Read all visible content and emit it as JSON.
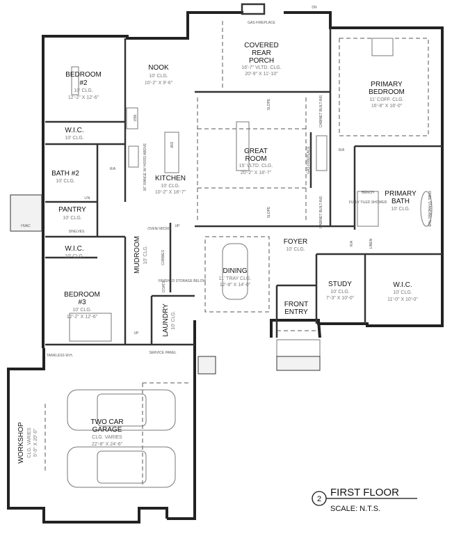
{
  "title": {
    "number": "2",
    "name": "FIRST FLOOR",
    "scale": "SCALE: N.T.S."
  },
  "rooms": {
    "bedroom2": {
      "name": "BEDROOM",
      "name2": "#2",
      "ceiling": "10' CLG.",
      "size": "12'-2\" X 12'-6\""
    },
    "wic1": {
      "name": "W.I.C.",
      "ceiling": "10' CLG."
    },
    "bath2": {
      "name": "BATH #2",
      "ceiling": "10' CLG."
    },
    "pantry": {
      "name": "PANTRY",
      "ceiling": "10' CLG.",
      "shelves": "SHELVES"
    },
    "wic2": {
      "name": "W.I.C.",
      "ceiling": "10' CLG."
    },
    "bedroom3": {
      "name": "BEDROOM",
      "name2": "#3",
      "ceiling": "10' CLG.",
      "size": "12'-2\" X 12'-6\""
    },
    "nook": {
      "name": "NOOK",
      "ceiling": "10' CLG.",
      "size": "10'-2\" X 9'-6\""
    },
    "kitchen": {
      "name": "KITCHEN",
      "ceiling": "10' CLG.",
      "size": "10'-2\" X 18'-7\""
    },
    "porch": {
      "name": "COVERED",
      "name2": "REAR",
      "name3": "PORCH",
      "ceiling": "16'-7\" VLTD. CLG.",
      "size": "20'-9\" X 11'-10\""
    },
    "great": {
      "name": "GREAT",
      "name2": "ROOM",
      "ceiling": "15' VLTD. CLG.",
      "size": "20'-2\" X 18'-7\""
    },
    "primary_bed": {
      "name": "PRIMARY",
      "name2": "BEDROOM",
      "ceiling": "11' COFF. CLG.",
      "size": "16'-8\" X 18'-0\""
    },
    "primary_bath": {
      "name": "PRIMARY",
      "name2": "BATH",
      "ceiling": "10' CLG."
    },
    "mudroom": {
      "name": "MUDROOM",
      "ceiling": "10' CLG."
    },
    "laundry": {
      "name": "LAUNDRY",
      "ceiling": "10' CLG."
    },
    "dining": {
      "name": "DINING",
      "ceiling": "11' TRAY CLG.",
      "size": "12'-8\" X 14'-0\""
    },
    "foyer": {
      "name": "FOYER",
      "ceiling": "10' CLG."
    },
    "front_entry": {
      "name": "FRONT",
      "name2": "ENTRY"
    },
    "study": {
      "name": "STUDY",
      "ceiling": "10' CLG.",
      "size": "7'-3\" X 10'-0\""
    },
    "wic3": {
      "name": "W.I.C.",
      "ceiling": "10' CLG.",
      "size": "11'-0\" X 10'-0\""
    },
    "garage": {
      "name": "TWO CAR",
      "name2": "GARAGE",
      "ceiling": "CLG. VARIES",
      "size": "22'-8\" X 24'-6\""
    },
    "workshop": {
      "name": "WORKSHOP",
      "ceiling": "CLG. VARIES",
      "size": "5'-0\" X 20'-0\""
    }
  },
  "notes": {
    "gas_fireplace_porch": "GAS FIREPLACE",
    "gas_fireplace": "GAS FIREPLACE",
    "slope": "SLOPE",
    "ref": "REF.",
    "dw": "DW",
    "range": "36\" RANGE W/ HOOD ABOVE",
    "ra": "R/A",
    "lin": "LIN.",
    "linen": "LINEN",
    "hvac": "HVAC",
    "oven": "OVEN/ MICRO",
    "cubbies": "CUBBIES",
    "coats": "COATS",
    "storage": "FINISHED STORAGE BELOW",
    "up": "UP",
    "dn": "DN",
    "bench": "BENCH",
    "shower": "FULLY TILED SHOWER",
    "tub": "FREE STANDING TUB",
    "tankless": "TANKLESS W.H.",
    "service": "SERVICE PANEL",
    "cabinet": "CABINET BUILT-INS"
  }
}
